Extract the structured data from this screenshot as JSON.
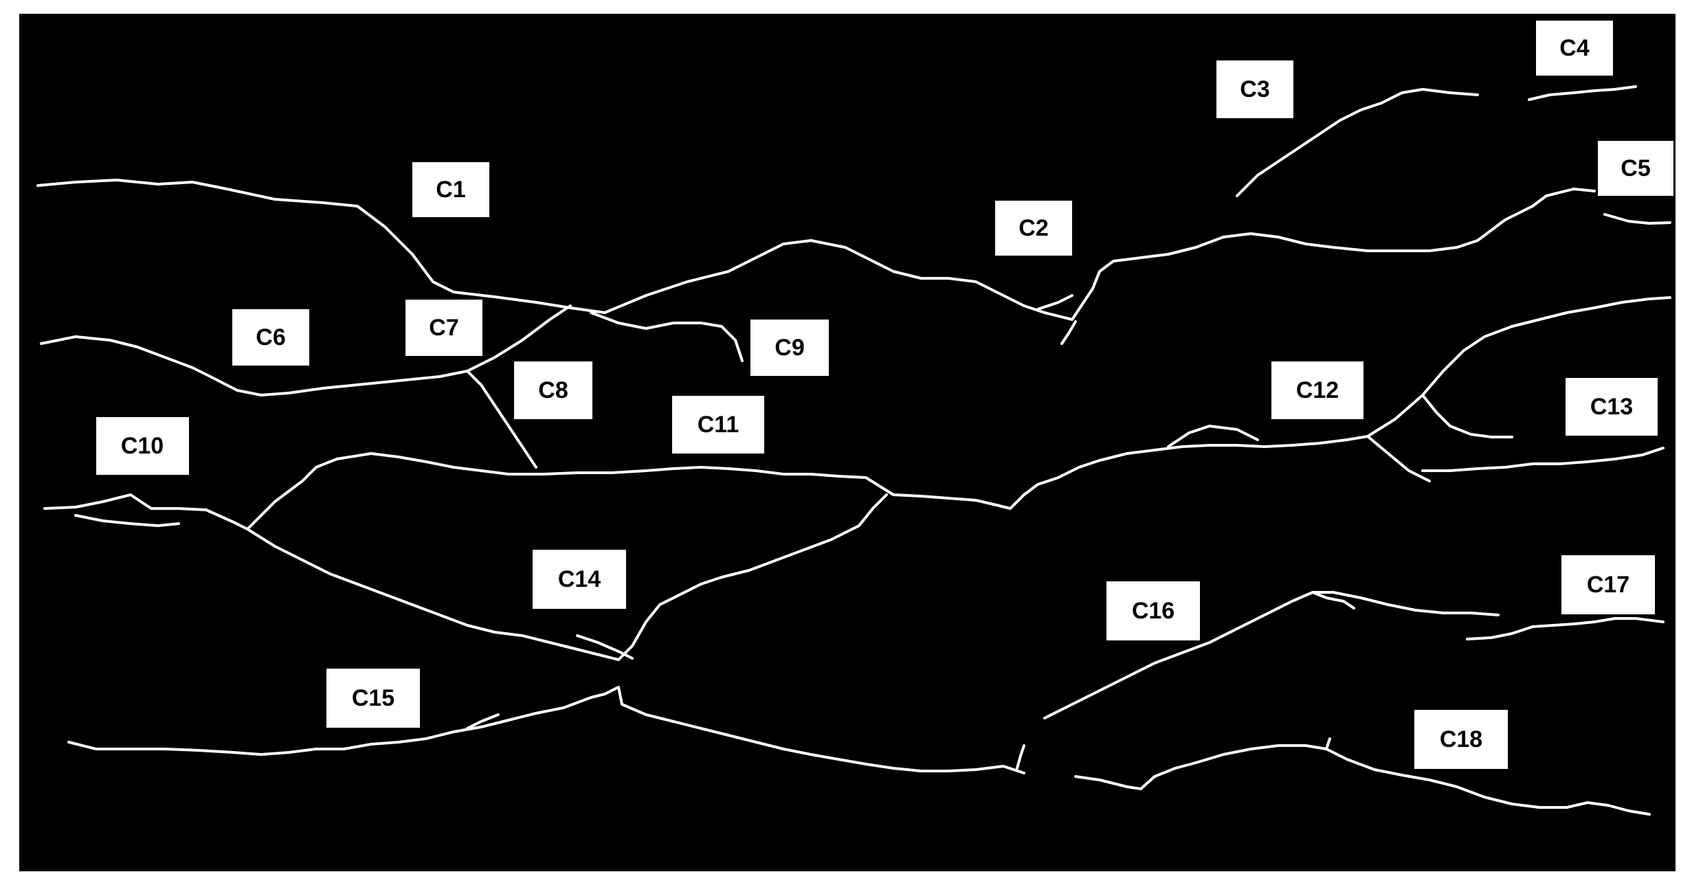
{
  "colors": {
    "background": "#000000",
    "crack": "#ffffff",
    "label_box": "#ffffff",
    "label_text": "#000000",
    "frame": "#ffffff"
  },
  "labels": {
    "c1": "C1",
    "c2": "C2",
    "c3": "C3",
    "c4": "C4",
    "c5": "C5",
    "c6": "C6",
    "c7": "C7",
    "c8": "C8",
    "c9": "C9",
    "c10": "C10",
    "c11": "C11",
    "c12": "C12",
    "c13": "C13",
    "c14": "C14",
    "c15": "C15",
    "c16": "C16",
    "c17": "C17",
    "c18": "C18"
  }
}
